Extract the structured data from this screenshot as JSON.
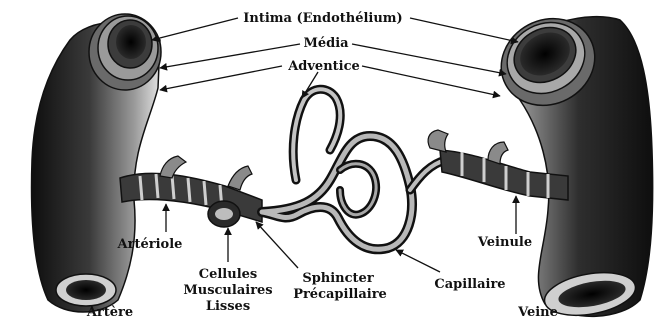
{
  "labels": {
    "intima": "Intima (Endothélium)",
    "media": "Média",
    "adventice": "Adventice",
    "arteriole": "Artériole",
    "cellules_line1": "Cellules",
    "cellules_line2": "Musculaires",
    "cellules_line3": "Lisses",
    "sphincter_line1": "Sphincter",
    "sphincter_line2": "Précapillaire",
    "capillaire": "Capillaire",
    "veinule": "Veinule",
    "artere": "Artère",
    "veine": "Veine"
  },
  "colors": {
    "ink": "#111111",
    "vessel_dark": "#1c1c1c",
    "vessel_mid": "#5a5a5a",
    "vessel_light": "#d8d8d8",
    "paper": "#ffffff"
  }
}
